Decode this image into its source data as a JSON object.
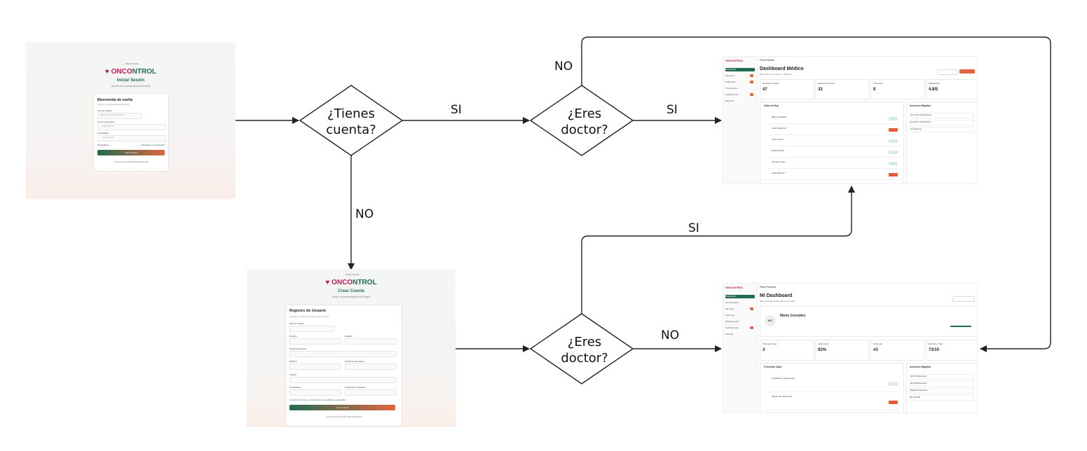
{
  "edges": {
    "yes_label": "SI",
    "no_label": "NO"
  },
  "decisions": {
    "has_account": {
      "line1": "¿Tienes",
      "line2": "cuenta?"
    },
    "is_doctor_top": {
      "line1": "¿Eres",
      "line2": "doctor?"
    },
    "is_doctor_bottom": {
      "line1": "¿Eres",
      "line2": "doctor?"
    }
  },
  "login_screen": {
    "back": "← Volver al inicio",
    "brand_a": "ONCO",
    "brand_b": "NTROL",
    "title": "Iniciar Sesión",
    "subtitle": "Accede a tu cuenta de OncoControl",
    "card_title": "Bienvenido de vuelta",
    "card_sub": "Ingresa tus credenciales para continuar",
    "user_type_label": "Tipo de usuario",
    "user_type_value": "Selecciona tu tipo de usuario",
    "email_label": "Correo electrónico",
    "email_placeholder": "tu@email.com",
    "password_label": "Contraseña",
    "password_placeholder": "Tu contraseña",
    "remember": "Recordarme",
    "forgot": "¿Olvidaste tu contraseña?",
    "submit": "Iniciar Sesión",
    "register_prompt": "¿No tienes una cuenta? Regístrate aquí"
  },
  "register_screen": {
    "back": "← Volver al inicio",
    "brand_a": "ONCO",
    "brand_b": "NTROL",
    "title": "Crear Cuenta",
    "subtitle": "Únete a la comunidad OncoControl",
    "card_title": "Registro de Usuario",
    "card_sub": "Completa tu información para crear tu cuenta",
    "user_type_label": "Tipo de usuario",
    "name_label": "Nombre",
    "lastname_label": "Apellido",
    "email_label": "Correo electrónico",
    "phone_label": "Teléfono",
    "birth_label": "Fecha de nacimiento",
    "city_label": "Ciudad",
    "password_label": "Contraseña",
    "confirm_label": "Confirmar contraseña",
    "terms": "Acepto los términos y condiciones y la política de privacidad",
    "submit": "Crear Cuenta",
    "login_prompt": "¿Ya tienes una cuenta? Inicia sesión aquí"
  },
  "doctor_dashboard": {
    "brand": "ONCONTROL",
    "header": "Panel Médico",
    "title": "Dashboard Médico",
    "subtitle": "Bienvenido de vuelta, Dr. Martínez",
    "nav": [
      "Dashboard",
      "Pacientes",
      "Calendario",
      "Tratamientos",
      "Notificaciones",
      "Reportes"
    ],
    "stats": [
      {
        "label": "Pacientes Totales",
        "value": "47"
      },
      {
        "label": "Pacientes Activos",
        "value": "32"
      },
      {
        "label": "Citas Hoy",
        "value": "8"
      },
      {
        "label": "Satisfacción",
        "value": "4.8/5"
      }
    ],
    "appointments_title": "Citas de Hoy",
    "appointments": [
      {
        "name": "María González",
        "status": "green"
      },
      {
        "name": "Pedro Sánchez",
        "status": "red"
      },
      {
        "name": "Laura Torres",
        "status": "green"
      },
      {
        "name": "Ricardo Silva",
        "status": "green"
      },
      {
        "name": "Carmen López",
        "status": "green"
      },
      {
        "name": "José Martínez",
        "status": "red"
      }
    ],
    "quick_title": "Acciones Rápidas",
    "quick_actions": [
      "Ver Todos los Pacientes",
      "Gestionar Tratamientos",
      "Ver Reportes"
    ]
  },
  "patient_dashboard": {
    "brand": "ONCONTROL",
    "header": "Panel Paciente",
    "title": "Mi Dashboard",
    "subtitle": "Bienvenida de vuelta, María González",
    "nav": [
      "Dashboard",
      "Mi Tratamiento",
      "Mis Citas",
      "Síntomas",
      "Medicamentos",
      "Notificaciones",
      "Historial"
    ],
    "profile_initials": "MG",
    "profile_name": "María González",
    "stats": [
      {
        "label": "Próximas Citas",
        "value": "3"
      },
      {
        "label": "Adherencia",
        "value": "92%"
      },
      {
        "label": "Síntomas",
        "value": "#3"
      },
      {
        "label": "Evolución Vital",
        "value": "72/10"
      }
    ],
    "appointments_title": "Próximas Citas",
    "appointments": [
      {
        "name": "Consulta de seguimiento",
        "status": "green"
      },
      {
        "name": "Sesión de tratamiento",
        "status": "red"
      }
    ],
    "quick_title": "Acciones Rápidas",
    "quick_actions": [
      "Ver Mi Tratamiento",
      "Mis Medicamentos",
      "Registrar Síntomas",
      "Mi Historial"
    ]
  }
}
